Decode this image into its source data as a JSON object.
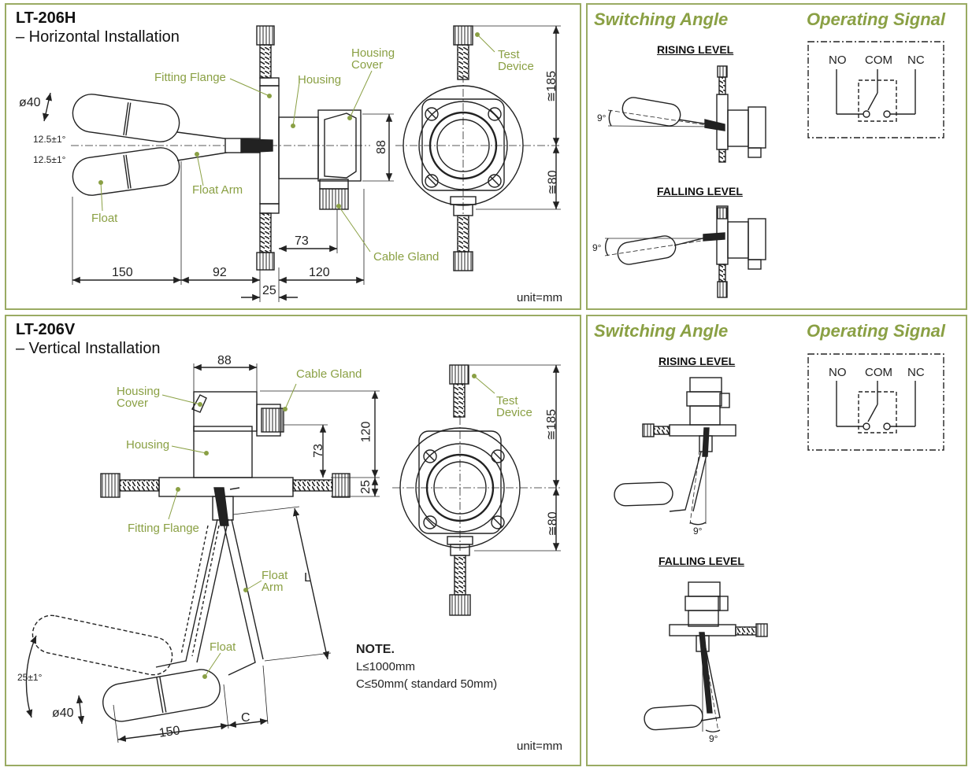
{
  "horizontal": {
    "model": "LT-206H",
    "subtitle": "– Horizontal Installation",
    "unit": "unit=mm",
    "callouts": {
      "fitting_flange": "Fitting Flange",
      "housing": "Housing",
      "housing_cover": "Housing Cover",
      "test_device": "Test Device",
      "float_arm": "Float Arm",
      "float": "Float",
      "cable_gland": "Cable Gland"
    },
    "dimensions": {
      "dia": "ø40",
      "angle1": "12.5±1°",
      "angle2": "12.5±1°",
      "d150": "150",
      "d92": "92",
      "d25": "25",
      "d120": "120",
      "d73": "73",
      "d88": "88",
      "d185": "≅185",
      "d80": "≅80"
    }
  },
  "vertical": {
    "model": "LT-206V",
    "subtitle": "– Vertical Installation",
    "unit": "unit=mm",
    "callouts": {
      "housing_cover": "Housing Cover",
      "housing": "Housing",
      "fitting_flange": "Fitting Flange",
      "cable_gland": "Cable Gland",
      "test_device": "Test Device",
      "float_arm": "Float Arm",
      "float": "Float"
    },
    "dimensions": {
      "d88": "88",
      "d120": "120",
      "d73": "73",
      "d25": "25",
      "d185": "≅185",
      "d80": "≅80",
      "L": "L",
      "angle": "25±1°",
      "dia": "ø40",
      "d150": "150",
      "C": "C"
    },
    "note": {
      "heading": "NOTE.",
      "line1": "L≤1000mm",
      "line2": "C≤50mm( standard 50mm)"
    }
  },
  "top_right": {
    "switching_angle": "Switching Angle",
    "operating_signal": "Operating Signal",
    "rising": "RISING LEVEL",
    "falling": "FALLING LEVEL",
    "angle_rising": "9°",
    "angle_falling": "9°",
    "signal": {
      "no": "NO",
      "com": "COM",
      "nc": "NC"
    }
  },
  "bottom_right": {
    "switching_angle": "Switching Angle",
    "operating_signal": "Operating Signal",
    "rising": "RISING LEVEL",
    "falling": "FALLING LEVEL",
    "angle_rising": "9°",
    "angle_falling": "9°",
    "signal": {
      "no": "NO",
      "com": "COM",
      "nc": "NC"
    }
  },
  "colors": {
    "accent": "#8aa044",
    "border": "#9aab63",
    "line": "#222222"
  }
}
